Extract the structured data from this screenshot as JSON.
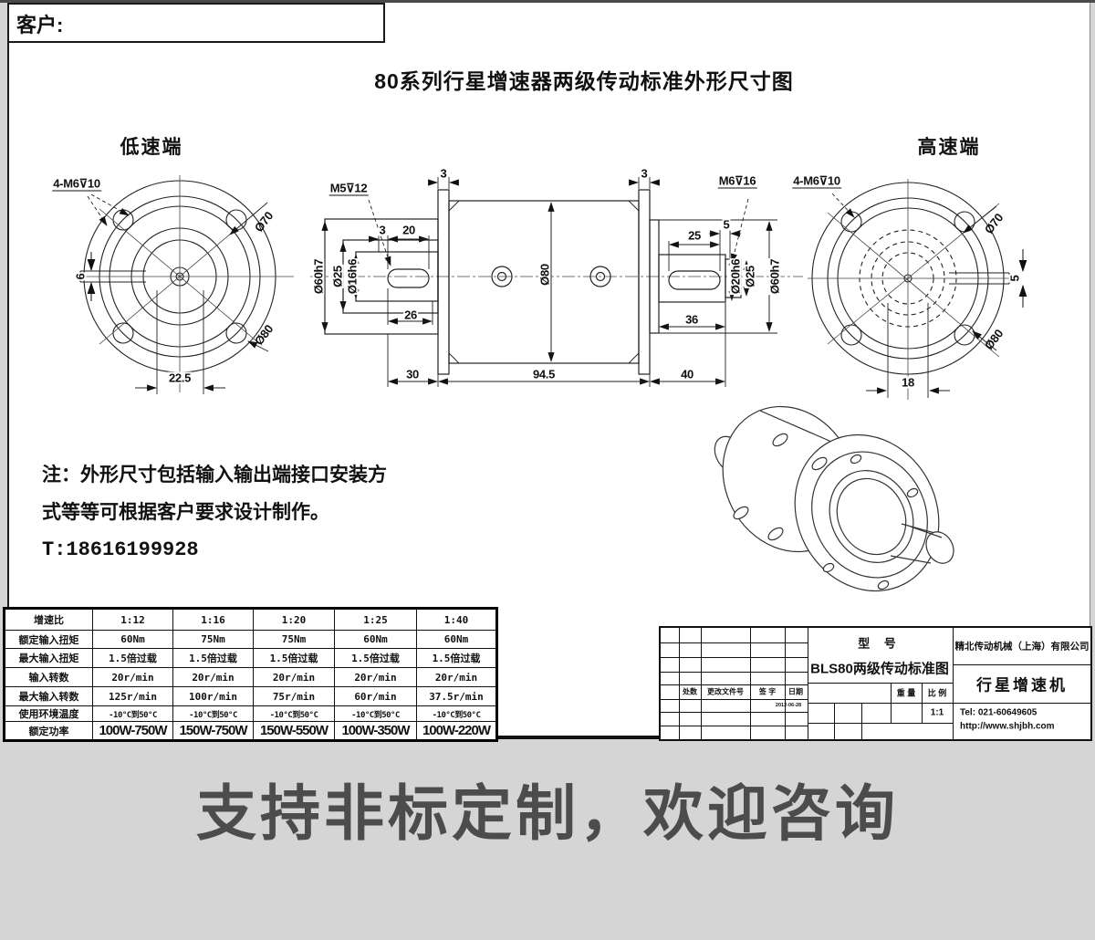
{
  "page": {
    "customer_label": "客户:",
    "title": "80系列行星增速器两级传动标准外形尺寸图",
    "banner": "支持非标定制，欢迎咨询"
  },
  "low_speed_view": {
    "title": "低速端",
    "tap_note": "4-M6⊽10",
    "dia_bolt_circle": "Ø70",
    "dia_flange": "Ø80",
    "key_width": "6",
    "key_offset": "22.5"
  },
  "high_speed_view": {
    "title": "高速端",
    "tap_note": "4-M6⊽10",
    "dia_bolt_circle": "Ø70",
    "dia_flange": "Ø80",
    "key_width": "5",
    "key_offset": "18"
  },
  "section_view": {
    "tap_low": "M5⊽12",
    "tap_high": "M6⊽16",
    "plate_left": "3",
    "plate_right": "3",
    "key_gap_left": "3",
    "key_len_left": "20",
    "key_len_right": "25",
    "key_gap_right": "5",
    "shaft_len_left": "26",
    "shaft_len_right": "36",
    "boss_len_left": "30",
    "body_len": "94.5",
    "boss_len_right": "40",
    "dia_pilot_left": "Ø60h7",
    "dia_step_left": "Ø25",
    "dia_shaft_left": "Ø16h6",
    "dia_body": "Ø80",
    "dia_shaft_right": "Ø20h6",
    "dia_step_right": "Ø25",
    "dia_pilot_right": "Ø60h7"
  },
  "notes": {
    "line1": "注：外形尺寸包括输入输出端接口安装方",
    "line2": "式等等可根据客户要求设计制作。",
    "line3": "T:18616199928"
  },
  "spec_table": {
    "rows": [
      {
        "label": "增速比",
        "values": [
          "1:12",
          "1:16",
          "1:20",
          "1:25",
          "1:40"
        ]
      },
      {
        "label": "额定输入扭矩",
        "values": [
          "60Nm",
          "75Nm",
          "75Nm",
          "60Nm",
          "60Nm"
        ]
      },
      {
        "label": "最大输入扭矩",
        "values": [
          "1.5倍过载",
          "1.5倍过载",
          "1.5倍过载",
          "1.5倍过载",
          "1.5倍过载"
        ]
      },
      {
        "label": "输入转数",
        "values": [
          "20r/min",
          "20r/min",
          "20r/min",
          "20r/min",
          "20r/min"
        ]
      },
      {
        "label": "最大输入转数",
        "values": [
          "125r/min",
          "100r/min",
          "75r/min",
          "60r/min",
          "37.5r/min"
        ]
      },
      {
        "label": "使用环境温度",
        "values": [
          "-10°C到50°C",
          "-10°C到50°C",
          "-10°C到50°C",
          "-10°C到50°C",
          "-10°C到50°C"
        ]
      },
      {
        "label": "额定功率",
        "values": [
          "100W-750W",
          "150W-750W",
          "150W-550W",
          "100W-350W",
          "100W-220W"
        ]
      }
    ]
  },
  "title_block": {
    "model_label": "型  号",
    "model_value": "BLS80两级传动标准图",
    "company": "精北传动机械（上海）有限公司",
    "product": "行星增速机",
    "tel": "Tel: 021-60649605",
    "website": "http://www.shjbh.com",
    "rev_col1": "处数",
    "rev_col2": "更改文件号",
    "rev_col3": "签 字",
    "rev_col4": "日期",
    "date_value": "2012-06-28",
    "weight_label": "重 量",
    "scale_label": "比 例",
    "scale_value": "1:1"
  }
}
